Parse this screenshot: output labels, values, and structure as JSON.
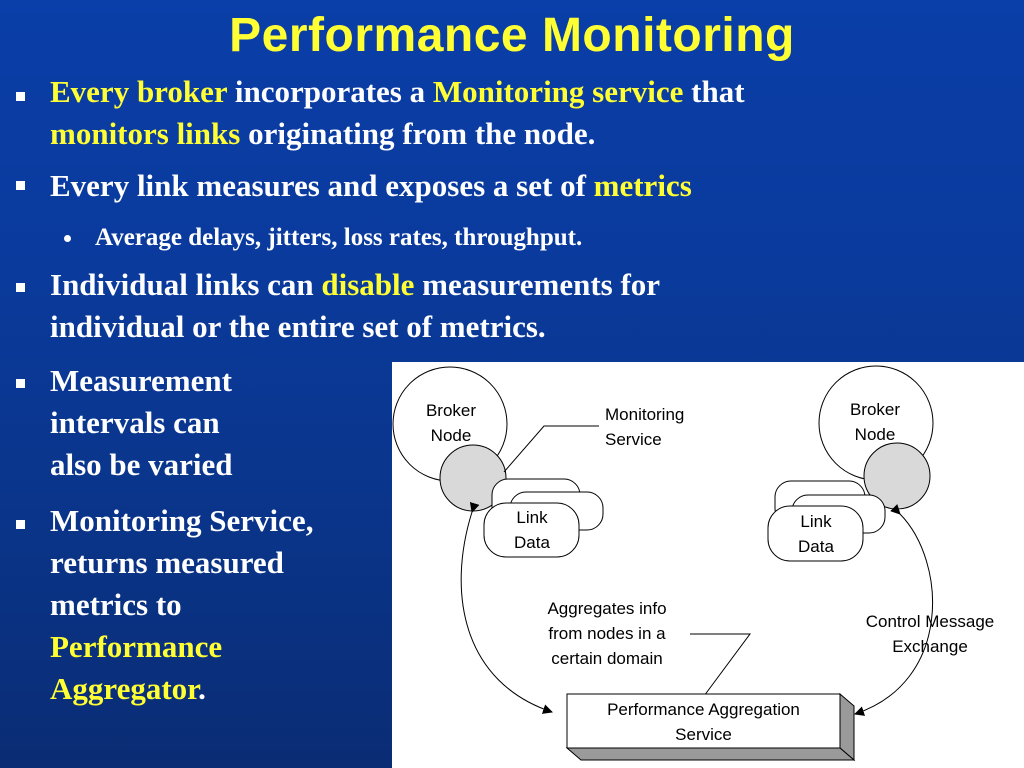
{
  "title": "Performance Monitoring",
  "bullets": {
    "b1": {
      "p1": "Every broker",
      "p2": " incorporates a ",
      "p3": "Monitoring service",
      "p4": " that",
      "p5": "monitors links",
      "p6": " originating from the node."
    },
    "b2": {
      "p1": "Every link measures and exposes a set of ",
      "p2": "metrics"
    },
    "b2_sub": "Average delays, jitters, loss rates, throughput.",
    "b3": {
      "line1_a": "Individual links can ",
      "line1_b": "disable",
      "line1_c": " measurements for",
      "line2": "individual or the entire set of metrics."
    },
    "b4": {
      "line1": "Measurement",
      "line2": "intervals can",
      "line3": "also be varied"
    },
    "b5": {
      "line1": "Monitoring Service,",
      "line2": "returns measured",
      "line3": "metrics to",
      "line4": "Performance",
      "line5": "Aggregator",
      "period": "."
    }
  },
  "diagram": {
    "left_broker": {
      "line1": "Broker",
      "line2": "Node"
    },
    "right_broker": {
      "line1": "Broker",
      "line2": "Node"
    },
    "monitoring_service": {
      "line1": "Monitoring",
      "line2": "Service"
    },
    "left_link_data": {
      "line1": "Link",
      "line2": "Data"
    },
    "right_link_data": {
      "line1": "Link",
      "line2": "Data"
    },
    "aggregates_info": {
      "line1": "Aggregates info",
      "line2": "from nodes in a",
      "line3": "certain domain"
    },
    "control_message": {
      "line1": "Control Message",
      "line2": "Exchange"
    },
    "aggregation_service": {
      "line1": "Performance Aggregation",
      "line2": "Service"
    }
  },
  "colors": {
    "background": "#0a3ea8",
    "title": "#ffff33",
    "highlight": "#ffff33",
    "text": "#ffffff",
    "node_fill": "#d9d9d9"
  }
}
